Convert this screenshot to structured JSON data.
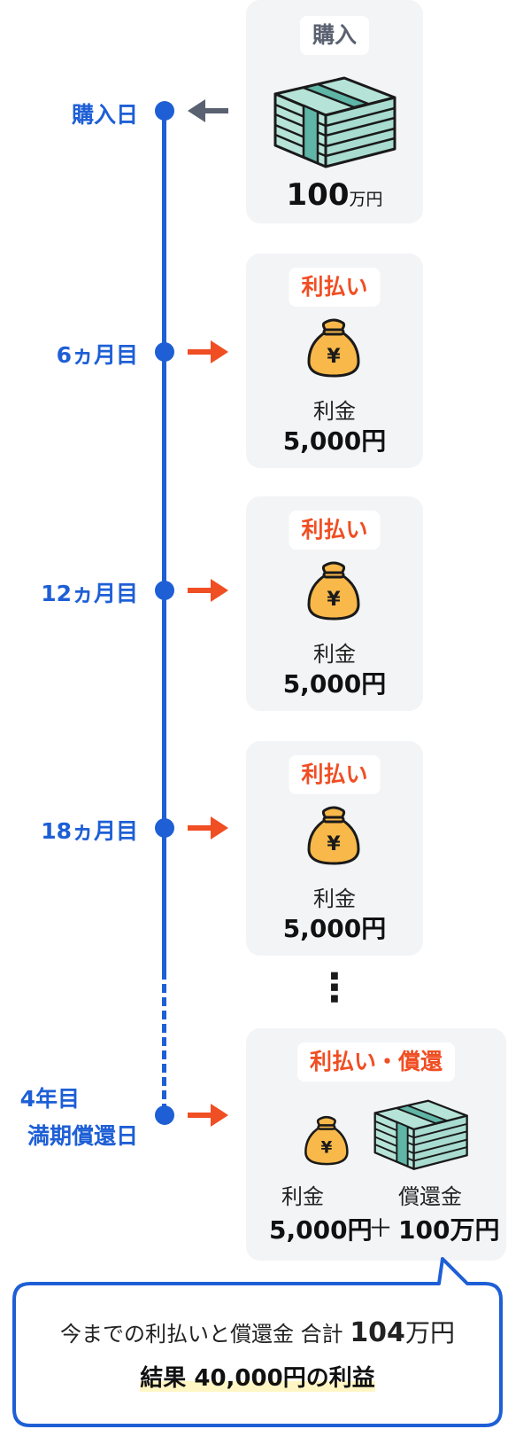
{
  "timeline": [
    {
      "label_lines": [
        "購入日"
      ],
      "arrow": "left",
      "arrow_color": "#5a6170"
    },
    {
      "label_lines": [
        "6ヵ月目"
      ],
      "arrow": "right",
      "arrow_color": "#f04e23"
    },
    {
      "label_lines": [
        "12ヵ月目"
      ],
      "arrow": "right",
      "arrow_color": "#f04e23"
    },
    {
      "label_lines": [
        "18ヵ月目"
      ],
      "arrow": "right",
      "arrow_color": "#f04e23"
    },
    {
      "label_lines": [
        "4年目",
        "満期償還日"
      ],
      "arrow": "right",
      "arrow_color": "#f04e23"
    }
  ],
  "cards": {
    "purchase": {
      "badge": "購入",
      "amount": "100",
      "unit": "万円",
      "icon": "money-stack-icon"
    },
    "interest": [
      {
        "badge": "利払い",
        "label": "利金",
        "amount": "5,000",
        "unit": "円",
        "icon": "money-bag-yen-icon"
      },
      {
        "badge": "利払い",
        "label": "利金",
        "amount": "5,000",
        "unit": "円",
        "icon": "money-bag-yen-icon"
      },
      {
        "badge": "利払い",
        "label": "利金",
        "amount": "5,000",
        "unit": "円",
        "icon": "money-bag-yen-icon"
      }
    ],
    "maturity": {
      "badge": "利払い・償還",
      "interest_label": "利金",
      "interest_amount": "5,000",
      "interest_unit": "円",
      "plus": "＋",
      "redemption_label": "償還金",
      "redemption_amount": "100",
      "redemption_unit": "万円"
    }
  },
  "ellipsis": "⋮",
  "summary": {
    "line1_prefix": "今までの利払いと償還金 合計",
    "line1_amount": "104",
    "line1_unit": "万円",
    "line2_label": "結果",
    "line2_amount": "40,000",
    "line2_suffix": "円の利益"
  },
  "colors": {
    "timeline_blue": "#1e5fd6",
    "accent_orange": "#f04e23",
    "card_bg": "#f3f4f6",
    "money_green": "#a8dcd0",
    "bag_yellow": "#f8b84a"
  }
}
